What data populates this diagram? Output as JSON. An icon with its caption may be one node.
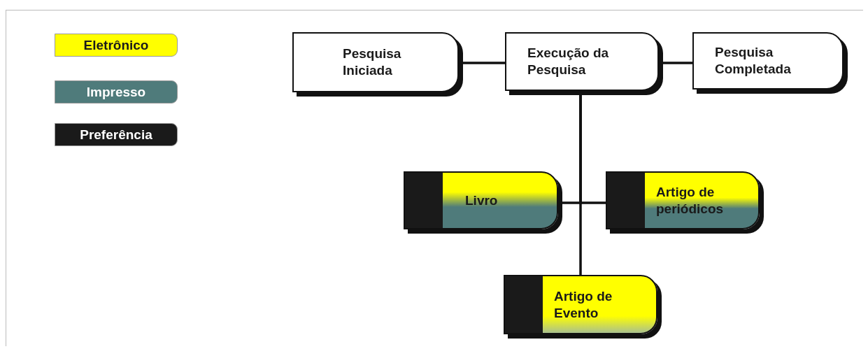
{
  "diagram": {
    "nodes": [
      {
        "text": [
          "Pesquisa Iniciada"
        ]
      },
      {
        "text": [
          "Execução da Pesquisa"
        ]
      },
      {
        "text": [
          "Pesquisa Completada"
        ]
      },
      {
        "text": [
          "Livro"
        ]
      },
      {
        "text": [
          "Artigo de periódicos"
        ]
      },
      {
        "text": [
          "Artigo de Evento"
        ]
      }
    ],
    "edges": [
      {
        "from": 0,
        "to": 1,
        "arrow": "none"
      },
      {
        "from": 1,
        "to": 2,
        "arrow": "none"
      },
      {
        "from": 1,
        "to": 3,
        "arrow": "none"
      },
      {
        "from": 1,
        "to": 4,
        "arrow": "none"
      },
      {
        "from": 1,
        "to": 5,
        "arrow": "none"
      }
    ],
    "legend": [
      {
        "text": "Eletrônico",
        "color": "#ffff00"
      },
      {
        "text": "Impresso",
        "color": "#4f7b7b"
      },
      {
        "text": "Preferência",
        "color": "#1a1a1a"
      }
    ]
  }
}
